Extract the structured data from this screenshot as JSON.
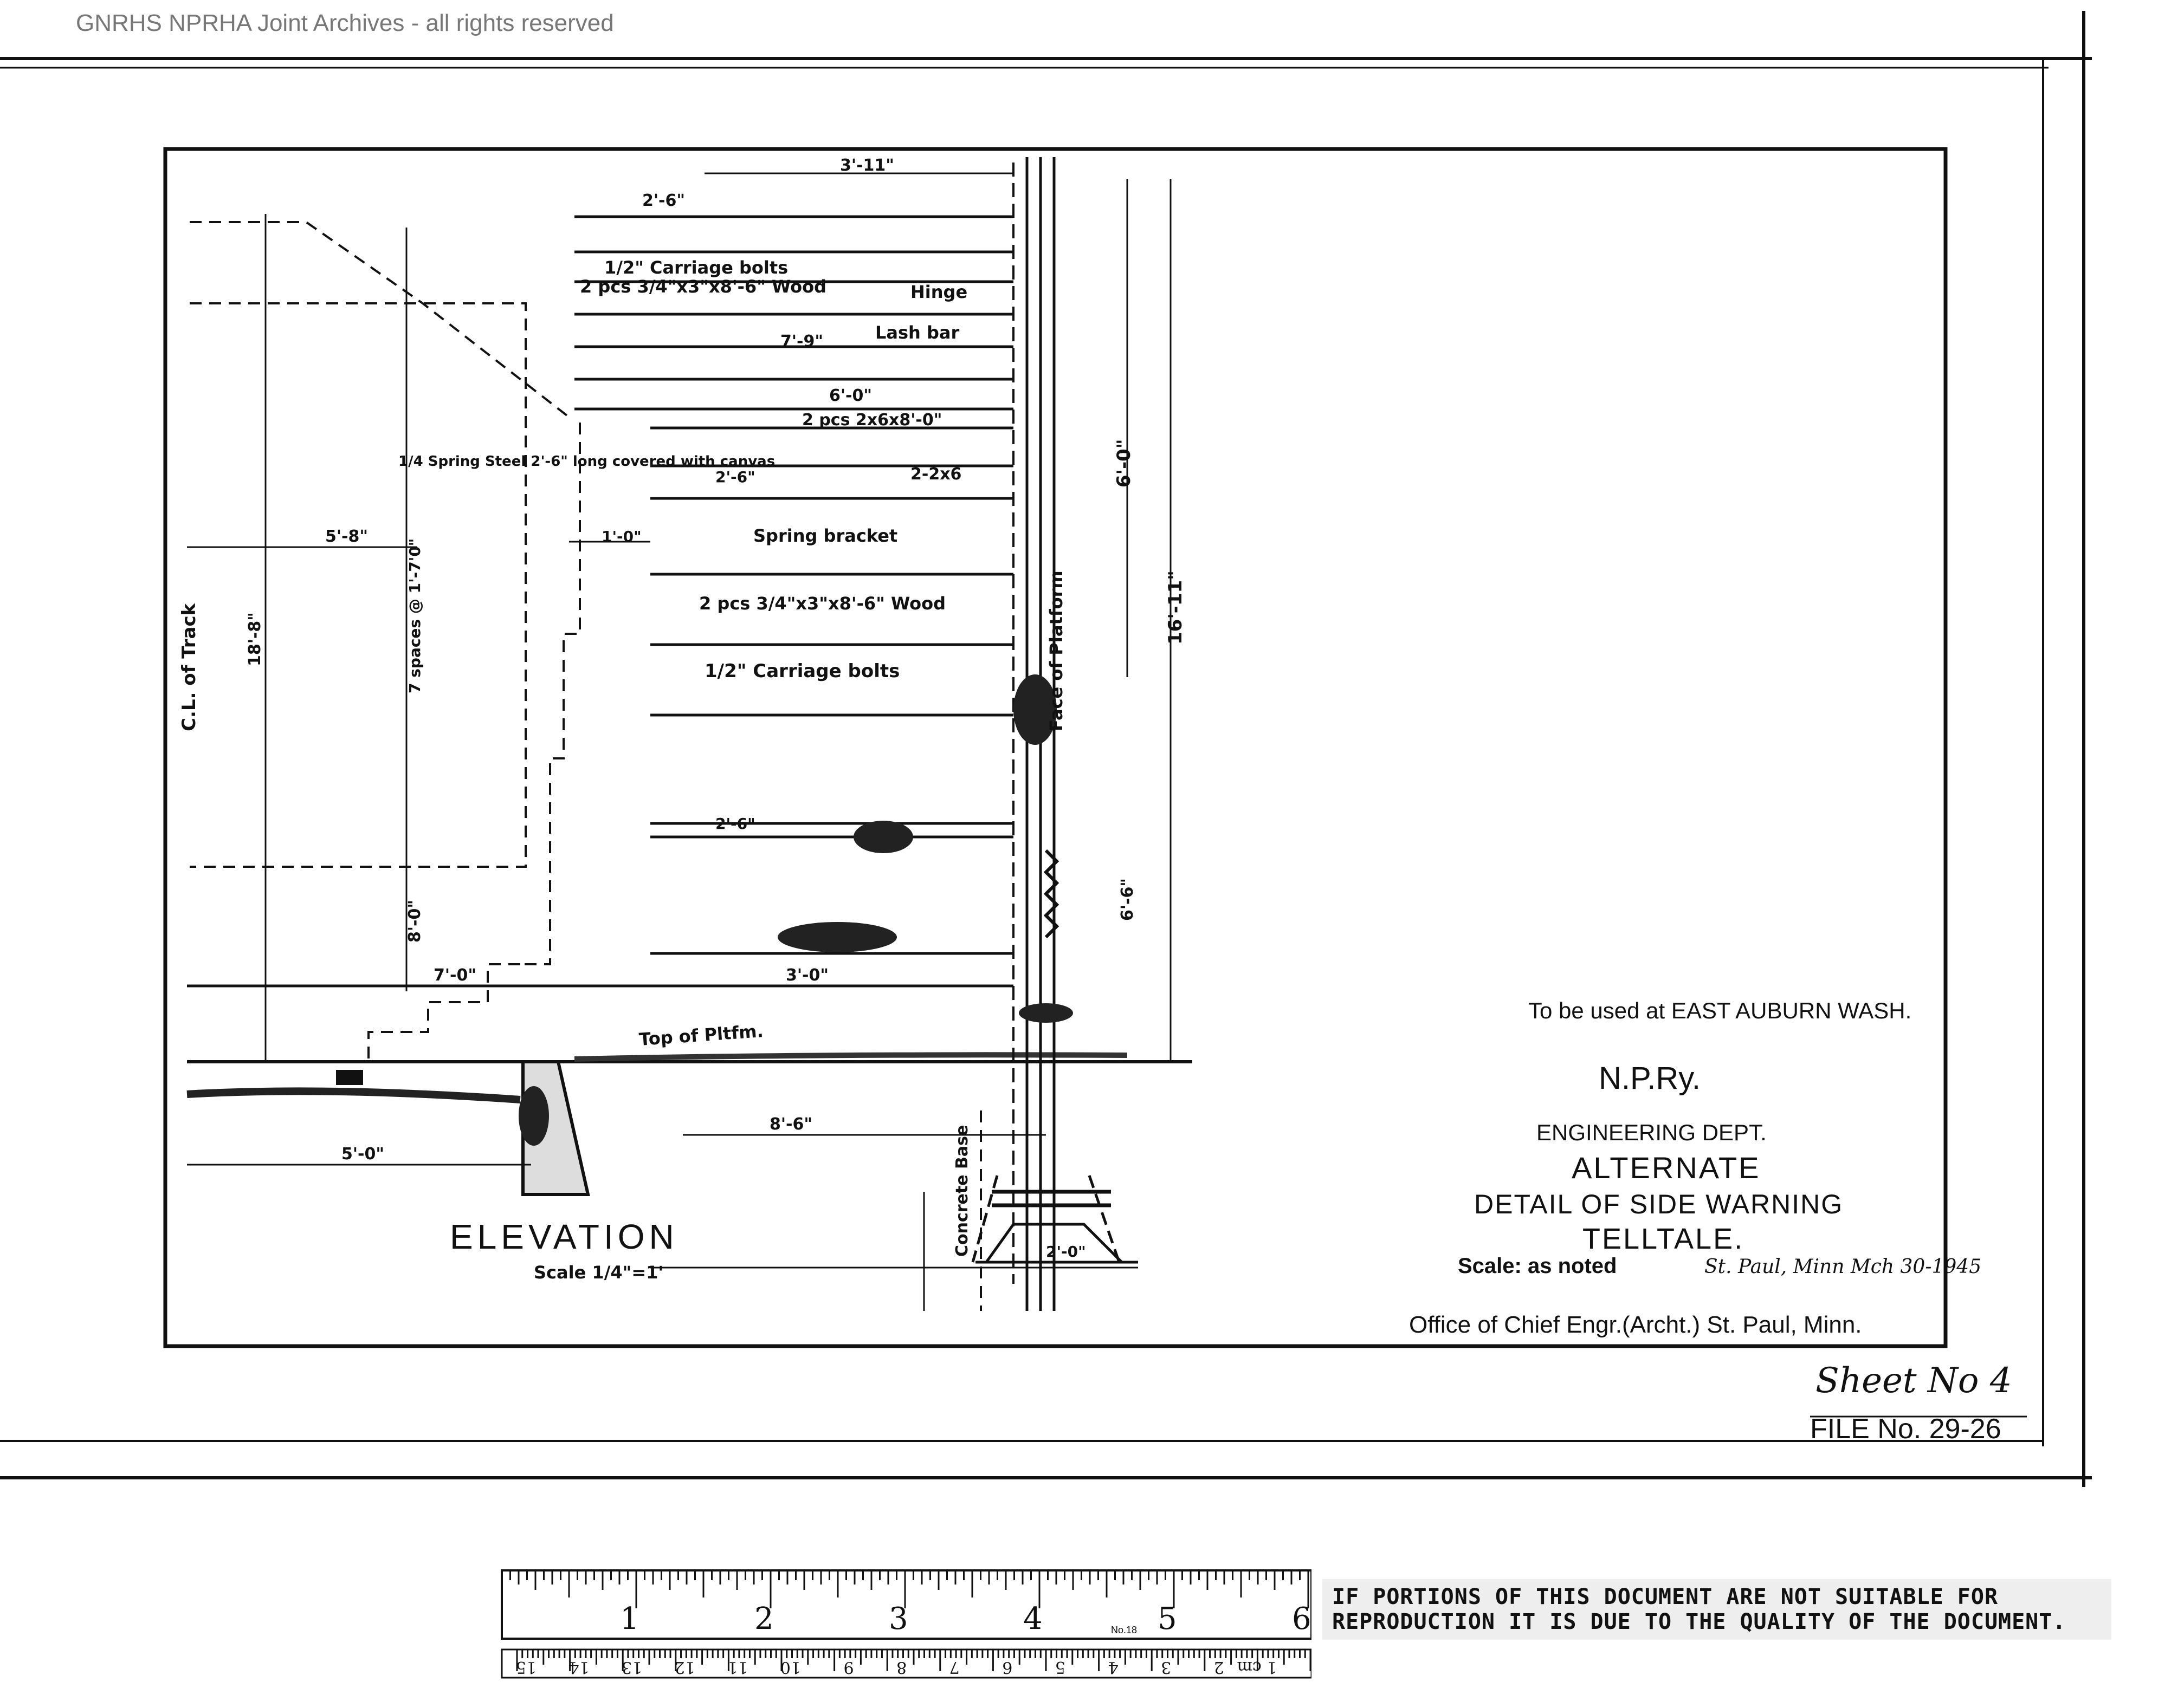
{
  "watermark": "GNRHS NPRHA Joint Archives - all rights reserved",
  "drawing": {
    "view_title": "ELEVATION",
    "view_scale": "Scale 1/4\"=1'",
    "labels": {
      "carriage_bolts_top": "1/2\" Carriage bolts",
      "wood_top": "2 pcs 3/4\"x3\"x8'-6\" Wood",
      "hinge": "Hinge",
      "lash_bar": "Lash bar",
      "two_pcs_top": "2 pcs 2x6x8'-0\"",
      "spring_steel": "1/4 Spring Steel 2'-6\" long covered with canvas",
      "two_by_six": "2-2x6",
      "spring_bracket": "Spring bracket",
      "wood_mid": "2 pcs 3/4\"x3\"x8'-6\" Wood",
      "carriage_bolts_mid": "1/2\" Carriage bolts",
      "top_of_pltfm": "Top of Pltfm.",
      "track_cl": "C.L. of Track",
      "face_of_platform": "Face of Platform",
      "concrete_base": "Concrete Base"
    },
    "dimensions": {
      "d_top_width": "3'-11\"",
      "d_2_6_top": "2'-6\"",
      "d_7_9": "7'-9\"",
      "d_6_0_horiz": "6'-0\"",
      "d_2_6_mid": "2'-6\"",
      "d_5_8": "5'-8\"",
      "d_1_0": "1'-0\"",
      "d_7_spaces": "7 spaces @ 1'-7'0\"",
      "d_18_8": "18'-8\"",
      "d_2_6_low": "2'-6\"",
      "d_8_0": "8'-0\"",
      "d_7_0": "7'-0\"",
      "d_3_0": "3'-0\"",
      "d_8_6": "8'-6\"",
      "d_5_0": "5'-0\"",
      "d_6_0_vert": "6'-0\"",
      "d_16_11": "16'-11\"",
      "d_6_6": "6'-6\"",
      "d_2_0": "2'-0\""
    }
  },
  "title_block": {
    "note": "To be used at EAST AUBURN WASH.",
    "railway": "N.P.Ry.",
    "department": "ENGINEERING DEPT.",
    "title_line1": "ALTERNATE",
    "title_line2": "DETAIL OF SIDE WARNING",
    "title_line3": "TELLTALE.",
    "scale": "Scale: as noted",
    "place_date": "St. Paul, Minn Mch 30-1945",
    "office": "Office of Chief Engr.(Archt.) St. Paul, Minn.",
    "sheet": "Sheet No 4",
    "file_no": "FILE No. 29-26"
  },
  "ruler": {
    "inch_labels": [
      "1",
      "2",
      "3",
      "4",
      "5",
      "6"
    ],
    "cm_labels": [
      "1 cm",
      "2",
      "3",
      "4",
      "5",
      "6",
      "7",
      "8",
      "9",
      "10",
      "11",
      "12",
      "13",
      "14",
      "15"
    ],
    "model": "No.18"
  },
  "notice": "IF PORTIONS OF THIS DOCUMENT ARE NOT SUITABLE FOR REPRODUCTION IT IS DUE TO THE QUALITY OF THE DOCUMENT."
}
